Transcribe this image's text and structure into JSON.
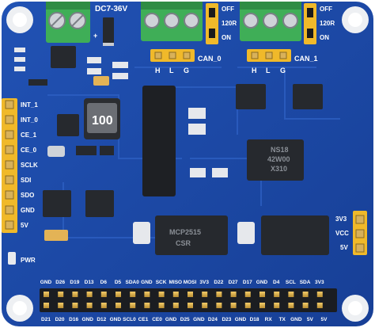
{
  "board": {
    "colors": {
      "pcb": "#1c4aa8",
      "pcb_trace": "#2757bb",
      "terminal_green": "#3fae57",
      "header_yellow": "#f0b92a",
      "gold": "#d8b15a",
      "silkscreen": "#ffffff",
      "ic_black": "#26292e",
      "hole_ring": "#eef0f3"
    },
    "labels": {
      "power_input": "DC7-36V",
      "terminal_a_pins": [
        "H",
        "L",
        "G"
      ],
      "terminal_b_pins": [
        "H",
        "L",
        "G"
      ],
      "can0": "CAN_0",
      "can1": "CAN_1",
      "jumper_a": [
        "OFF",
        "120R",
        "ON"
      ],
      "jumper_b": [
        "OFF",
        "120R",
        "ON"
      ],
      "left_pins": [
        "INT_1",
        "INT_0",
        "CE_1",
        "CE_0",
        "SCLK",
        "SDI",
        "SDO",
        "GND",
        "5V"
      ],
      "pwr": "PWR",
      "right_pins": [
        "3V3",
        "VCC",
        "5V"
      ],
      "inductor": "100",
      "chip_iso": [
        "NS18",
        "42W00",
        "X310"
      ],
      "chip_can_left": [
        "MCP2515",
        "CSR"
      ]
    },
    "gpio": {
      "top_row": [
        "GND",
        "D26",
        "D19",
        "D13",
        "D6",
        "D5",
        "SDA0",
        "GND",
        "SCK",
        "MISO",
        "MOSI",
        "3V3",
        "D22",
        "D27",
        "D17",
        "GND",
        "D4",
        "SCL",
        "SDA",
        "3V3"
      ],
      "bottom_row": [
        "D21",
        "D20",
        "D16",
        "GND",
        "D12",
        "GND",
        "SCL0",
        "CE1",
        "CE0",
        "GND",
        "D25",
        "GND",
        "D24",
        "D23",
        "GND",
        "D18",
        "RX",
        "TX",
        "GND",
        "5V",
        "5V"
      ]
    }
  }
}
